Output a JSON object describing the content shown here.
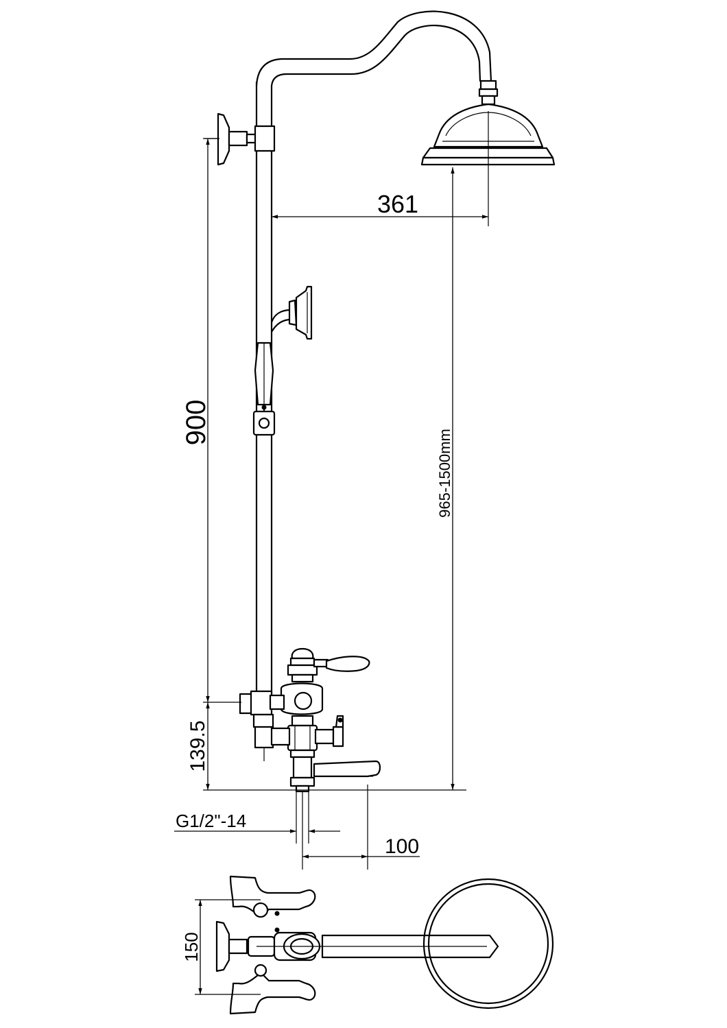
{
  "dimensions": {
    "head_offset": "361",
    "mount_height": "900",
    "mixer_height": "139.5",
    "total_height": "965-1500mm",
    "thread": "G1/2\"-14",
    "spout_length": "100",
    "depth": "150"
  }
}
